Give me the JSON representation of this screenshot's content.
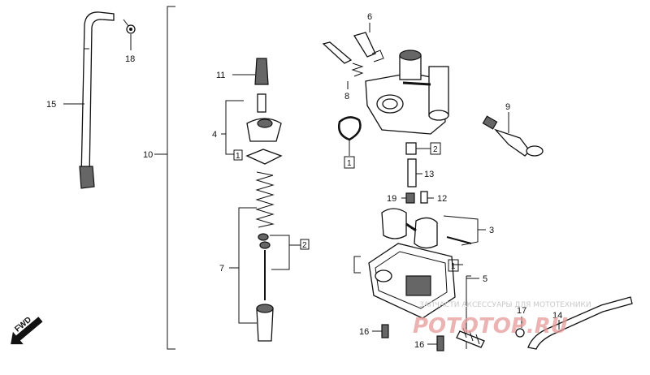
{
  "callouts": {
    "c1a": "1",
    "c1b": "1",
    "c1c": "1",
    "c2a": "2",
    "c2b": "2",
    "c3": "3",
    "c4": "4",
    "c5": "5",
    "c6": "6",
    "c7": "7",
    "c8": "8",
    "c9": "9",
    "c10": "10",
    "c11": "11",
    "c12": "12",
    "c13": "13",
    "c14": "14",
    "c15": "15",
    "c16a": "16",
    "c16b": "16",
    "c17": "17",
    "c18": "18",
    "c19": "19"
  },
  "fwd_label": "FWD",
  "watermark": {
    "tagline": "ЗАПЧАСТИ АКСЕССУАРЫ ДЛЯ МОТОТЕХНИКИ",
    "logo": "РОТОТОР.RU"
  }
}
